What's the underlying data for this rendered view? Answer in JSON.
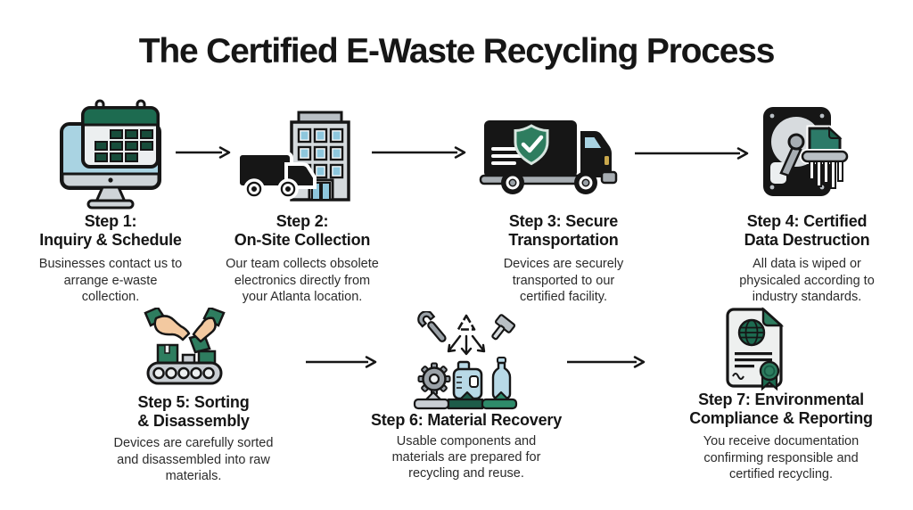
{
  "title": "The Certified E-Waste Recycling Process",
  "steps": [
    {
      "id": 1,
      "title": "Step 1:\nInquiry & Schedule",
      "description": "Businesses contact us to\narrange e-waste\ncollection.",
      "icon": "monitor-calendar-icon"
    },
    {
      "id": 2,
      "title": "Step 2:\nOn-Site Collection",
      "description": "Our team collects obsolete\nelectronics directly from\nyour Atlanta location.",
      "icon": "building-truck-icon"
    },
    {
      "id": 3,
      "title": "Step 3: Secure\nTransportation",
      "description": "Devices are securely\ntransported to our\ncertified facility.",
      "icon": "secure-truck-shield-icon"
    },
    {
      "id": 4,
      "title": "Step 4: Certified\nData Destruction",
      "description": "All data is wiped or\nphysicaled according to\nindustry standards.",
      "icon": "hard-drive-shredder-icon"
    },
    {
      "id": 5,
      "title": "Step 5: Sorting\n& Disassembly",
      "description": "Devices are carefully sorted\nand disassembled into raw\nmaterials.",
      "icon": "sorting-conveyor-hands-icon"
    },
    {
      "id": 6,
      "title": "Step 6: Material Recovery",
      "description": "Usable components and\nmaterials are prepared for\nrecycling and reuse.",
      "icon": "material-recovery-icon"
    },
    {
      "id": 7,
      "title": "Step 7: Environmental\nCompliance & Reporting",
      "description": "You receive documentation\nconfirming responsible and\ncertified recycling.",
      "icon": "certificate-seal-icon"
    }
  ],
  "colors": {
    "background": "#ffffff",
    "text": "#1f1f1f",
    "black": "#161616",
    "green_dark": "#1d6b50",
    "green_mid": "#2e7d5f",
    "green_teal": "#2c7a68",
    "green_light": "#2e8b6a",
    "blue_light": "#a9d3e2",
    "gray_light": "#ced4d8",
    "gray_mid": "#9aa1a7",
    "skin": "#f3c9a0"
  }
}
